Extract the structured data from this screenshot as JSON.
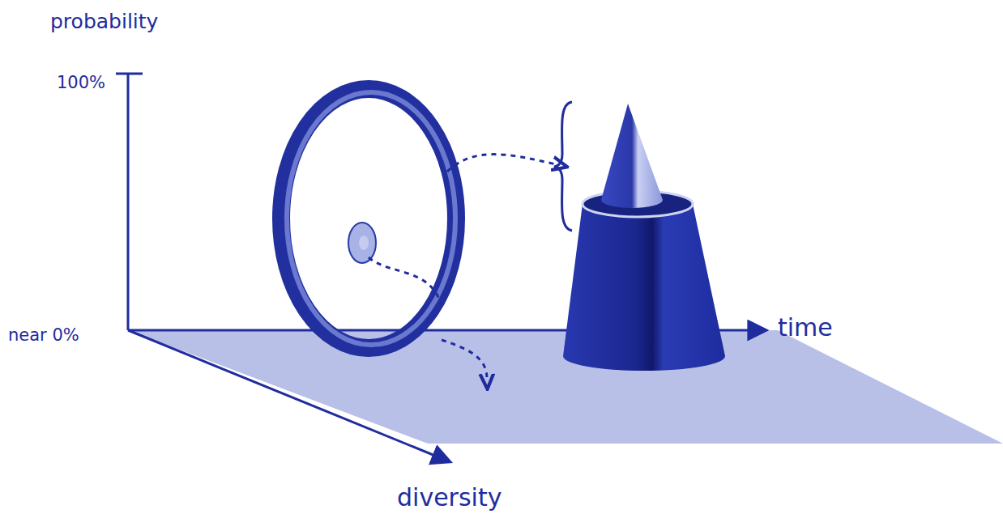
{
  "diagram": {
    "labels": [
      "probability",
      "100%",
      "near 0%",
      "time",
      "diversity"
    ]
  }
}
